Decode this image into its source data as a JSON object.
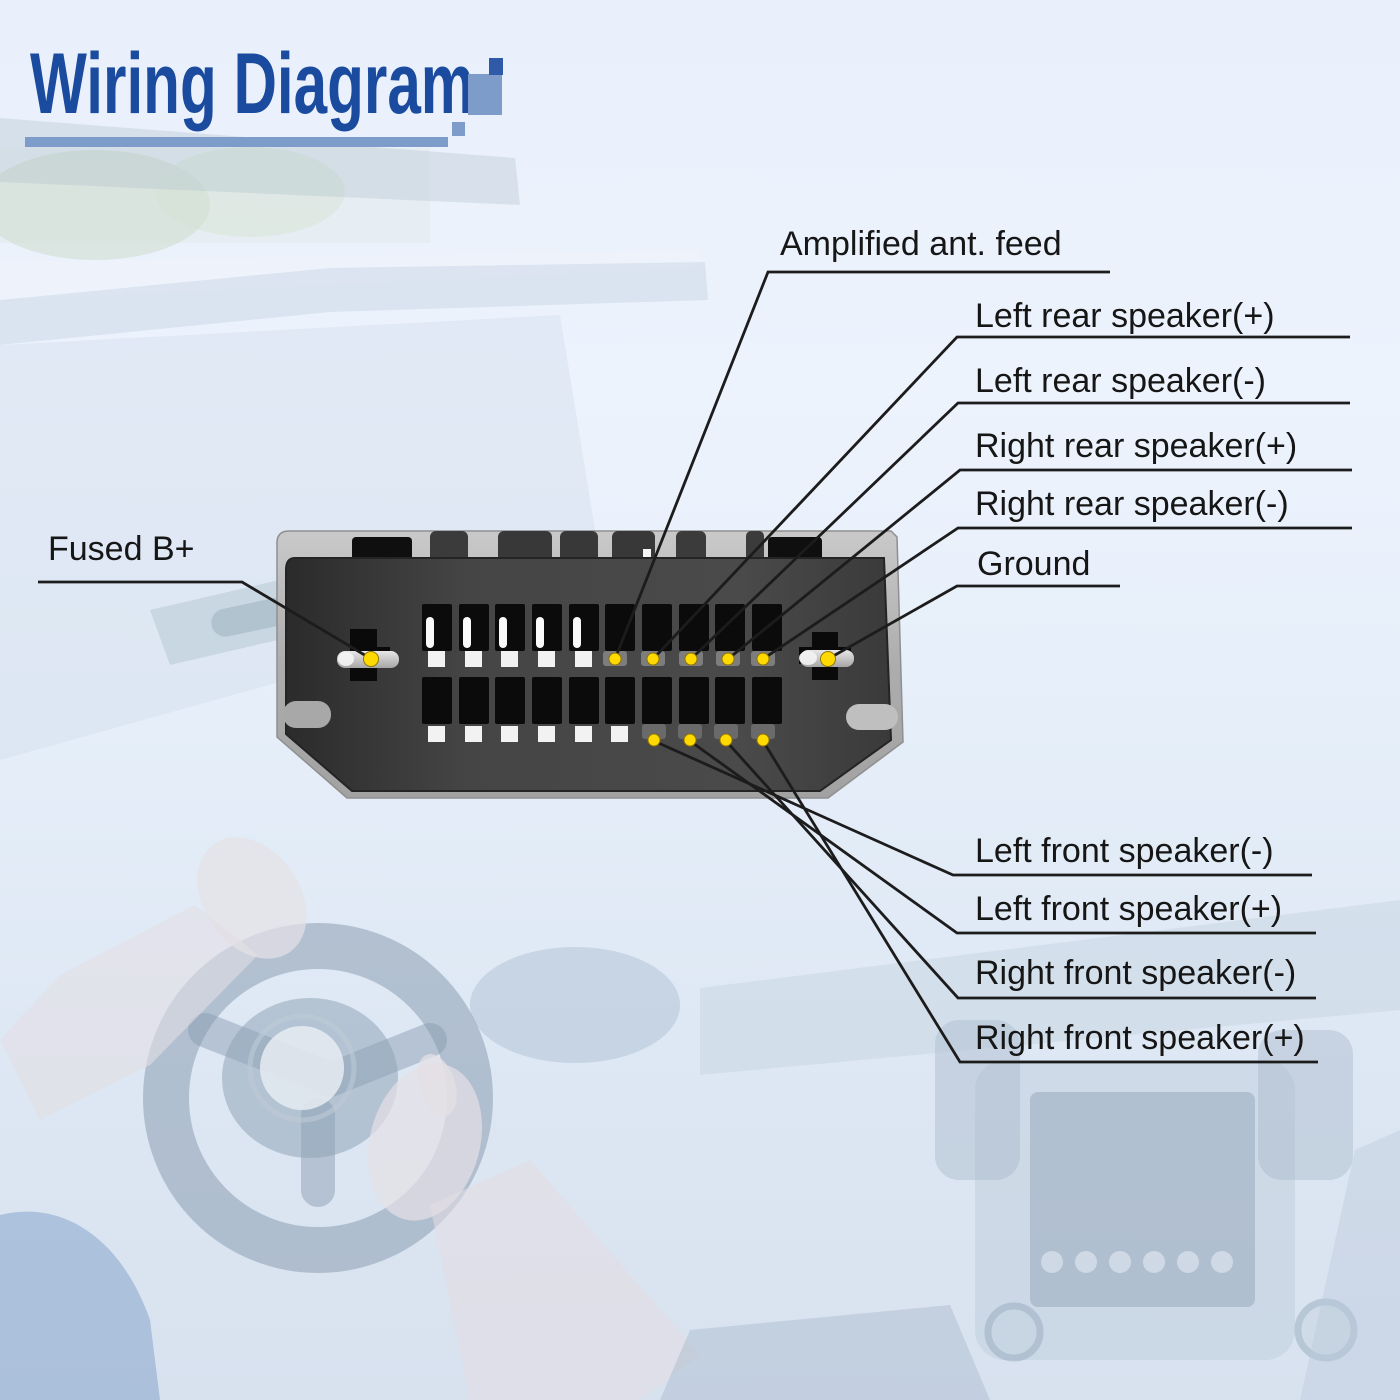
{
  "title": {
    "text": "Wiring Diagram"
  },
  "labels": {
    "amplified_ant_feed": "Amplified ant. feed",
    "left_rear_plus": "Left rear speaker(+)",
    "left_rear_minus": "Left rear speaker(-)",
    "right_rear_plus": "Right rear speaker(+)",
    "right_rear_minus": "Right rear speaker(-)",
    "ground": "Ground",
    "fused_b_plus": "Fused B+",
    "left_front_minus": "Left front speaker(-)",
    "left_front_plus": "Left front speaker(+)",
    "right_front_minus": "Right front speaker(-)",
    "right_front_plus": "Right front speaker(+)"
  },
  "colors": {
    "title_blue": "#1a4b9e",
    "accent_bar": "#7d9cc9",
    "accent_dark": "#2e5aa7",
    "label_text": "#161616",
    "line_color": "#1c1c1c",
    "pin_yellow": "#ffd900",
    "connector_shell": "#b3b3b3",
    "connector_face": "#3d3d3d"
  }
}
